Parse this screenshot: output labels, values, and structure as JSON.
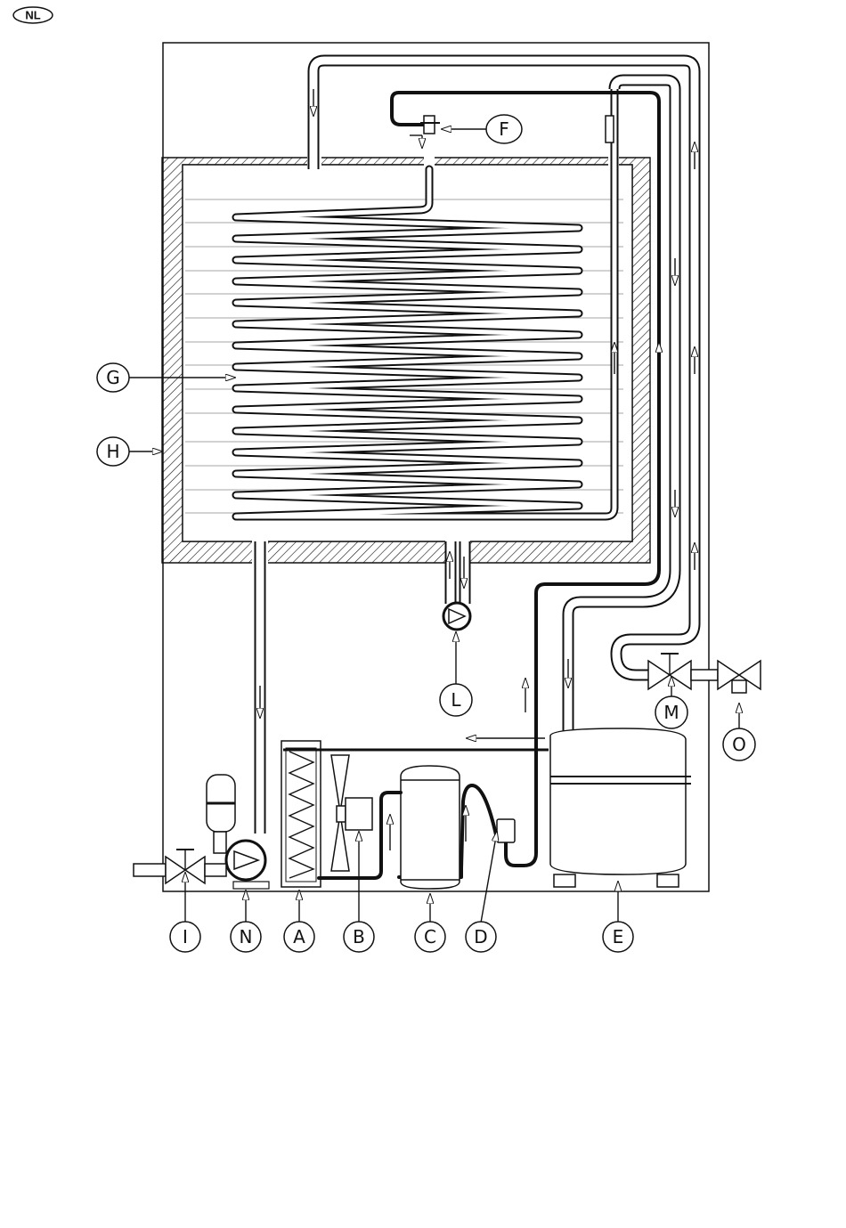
{
  "language_badge": "NL",
  "labels": {
    "A": "A",
    "B": "B",
    "C": "C",
    "D": "D",
    "E": "E",
    "F": "F",
    "G": "G",
    "H": "H",
    "I": "I",
    "L": "L",
    "M": "M",
    "N": "N",
    "O": "O"
  }
}
